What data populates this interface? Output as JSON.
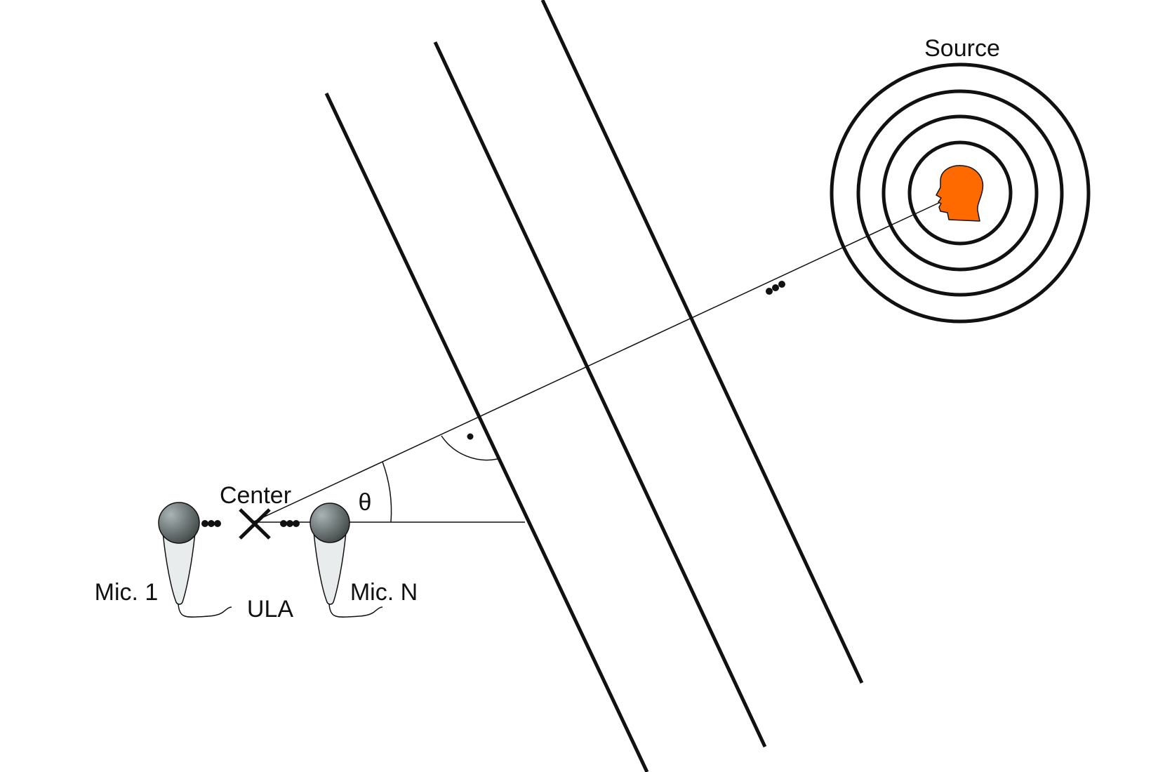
{
  "labels": {
    "source": "Source",
    "center": "Center",
    "theta": "θ",
    "mic_first": "Mic. 1",
    "mic_last": "Mic. N",
    "array": "ULA"
  },
  "icons": {
    "source": "head-icon",
    "microphone": "microphone-icon",
    "center_marker": "cross-icon",
    "ellipsis": "ellipsis-dots-icon",
    "right_angle": "right-angle-marker-icon"
  },
  "colors": {
    "stroke": "#111111",
    "head": "#FF6A00",
    "mic_head_light": "#A9B4B4",
    "mic_head_dark": "#3E4545",
    "mic_body": "#E8ECEC",
    "background": "#FFFFFF"
  },
  "wave_rings": 4,
  "plane_wavefronts": 3
}
